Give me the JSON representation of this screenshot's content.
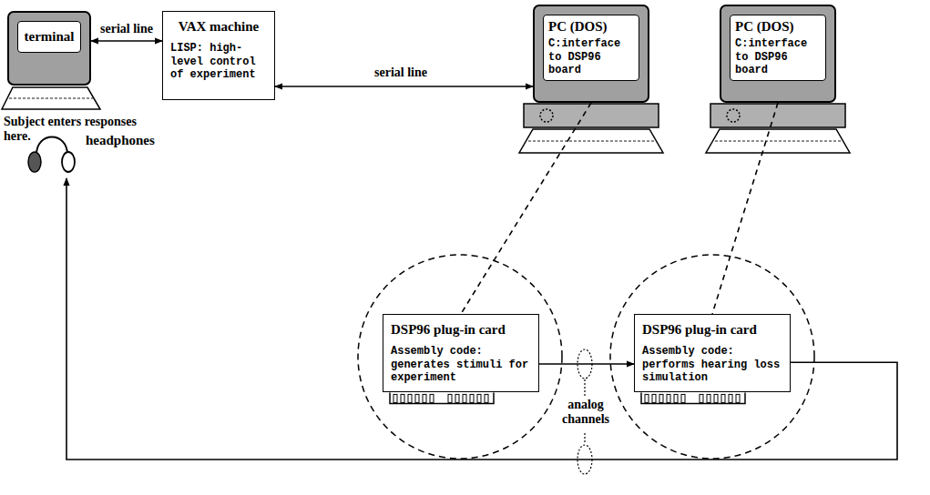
{
  "diagram": {
    "nodes": [
      {
        "text": [
          "terminal"
        ]
      },
      {
        "text": [
          "VAX machine",
          "LISP: high-level control of experiment"
        ]
      },
      {
        "text": [
          "PC (DOS)",
          "C:interface to DSP96 board"
        ]
      },
      {
        "text": [
          "PC (DOS)",
          "C:interface to DSP96 board"
        ]
      },
      {
        "text": [
          "headphones"
        ]
      },
      {
        "text": [
          "DSP96 plug-in card",
          "Assembly code: generates stimuli for experiment"
        ]
      },
      {
        "text": [
          "DSP96 plug-in card",
          "Assembly code: performs hearing loss simulation"
        ]
      }
    ],
    "edges": [
      {
        "from": 0,
        "to": 1,
        "label": "serial line",
        "arrow": "both"
      },
      {
        "from": 1,
        "to": 2,
        "label": "serial line",
        "arrow": "both"
      },
      {
        "from": 2,
        "to": 5,
        "arrow": "none"
      },
      {
        "from": 3,
        "to": 6,
        "arrow": "none"
      },
      {
        "from": 5,
        "to": 6,
        "arrow": "to"
      },
      {
        "from": 6,
        "to": 4,
        "arrow": "to"
      }
    ],
    "labels": [
      "Subject enters responses here.",
      "analog channels"
    ]
  }
}
